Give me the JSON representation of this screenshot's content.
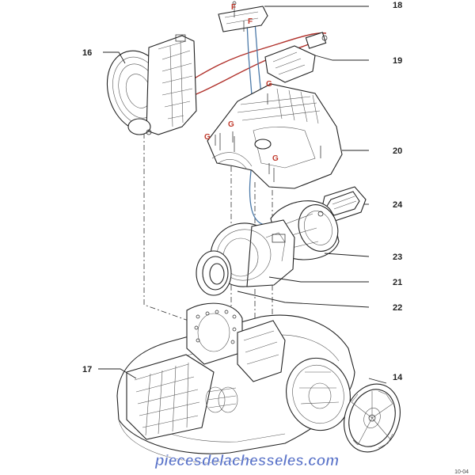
{
  "diagram": {
    "callouts": [
      {
        "id": "18",
        "label": "18"
      },
      {
        "id": "16",
        "label": "16"
      },
      {
        "id": "19",
        "label": "19"
      },
      {
        "id": "20",
        "label": "20"
      },
      {
        "id": "24",
        "label": "24"
      },
      {
        "id": "23",
        "label": "23"
      },
      {
        "id": "21",
        "label": "21"
      },
      {
        "id": "22",
        "label": "22"
      },
      {
        "id": "17",
        "label": "17"
      },
      {
        "id": "14",
        "label": "14"
      }
    ],
    "screw_markers": [
      {
        "label": "F"
      },
      {
        "label": "F"
      },
      {
        "label": "G"
      },
      {
        "label": "G"
      },
      {
        "label": "G"
      },
      {
        "label": "G"
      }
    ],
    "reference_code": "10-04",
    "watermark": "piecesdelachesseles.com",
    "colors": {
      "outline": "#222222",
      "wire_red": "#b0302a",
      "wire_blue": "#4b79a8",
      "marker_red": "#c0392b",
      "watermark": "#5b74c9"
    }
  }
}
